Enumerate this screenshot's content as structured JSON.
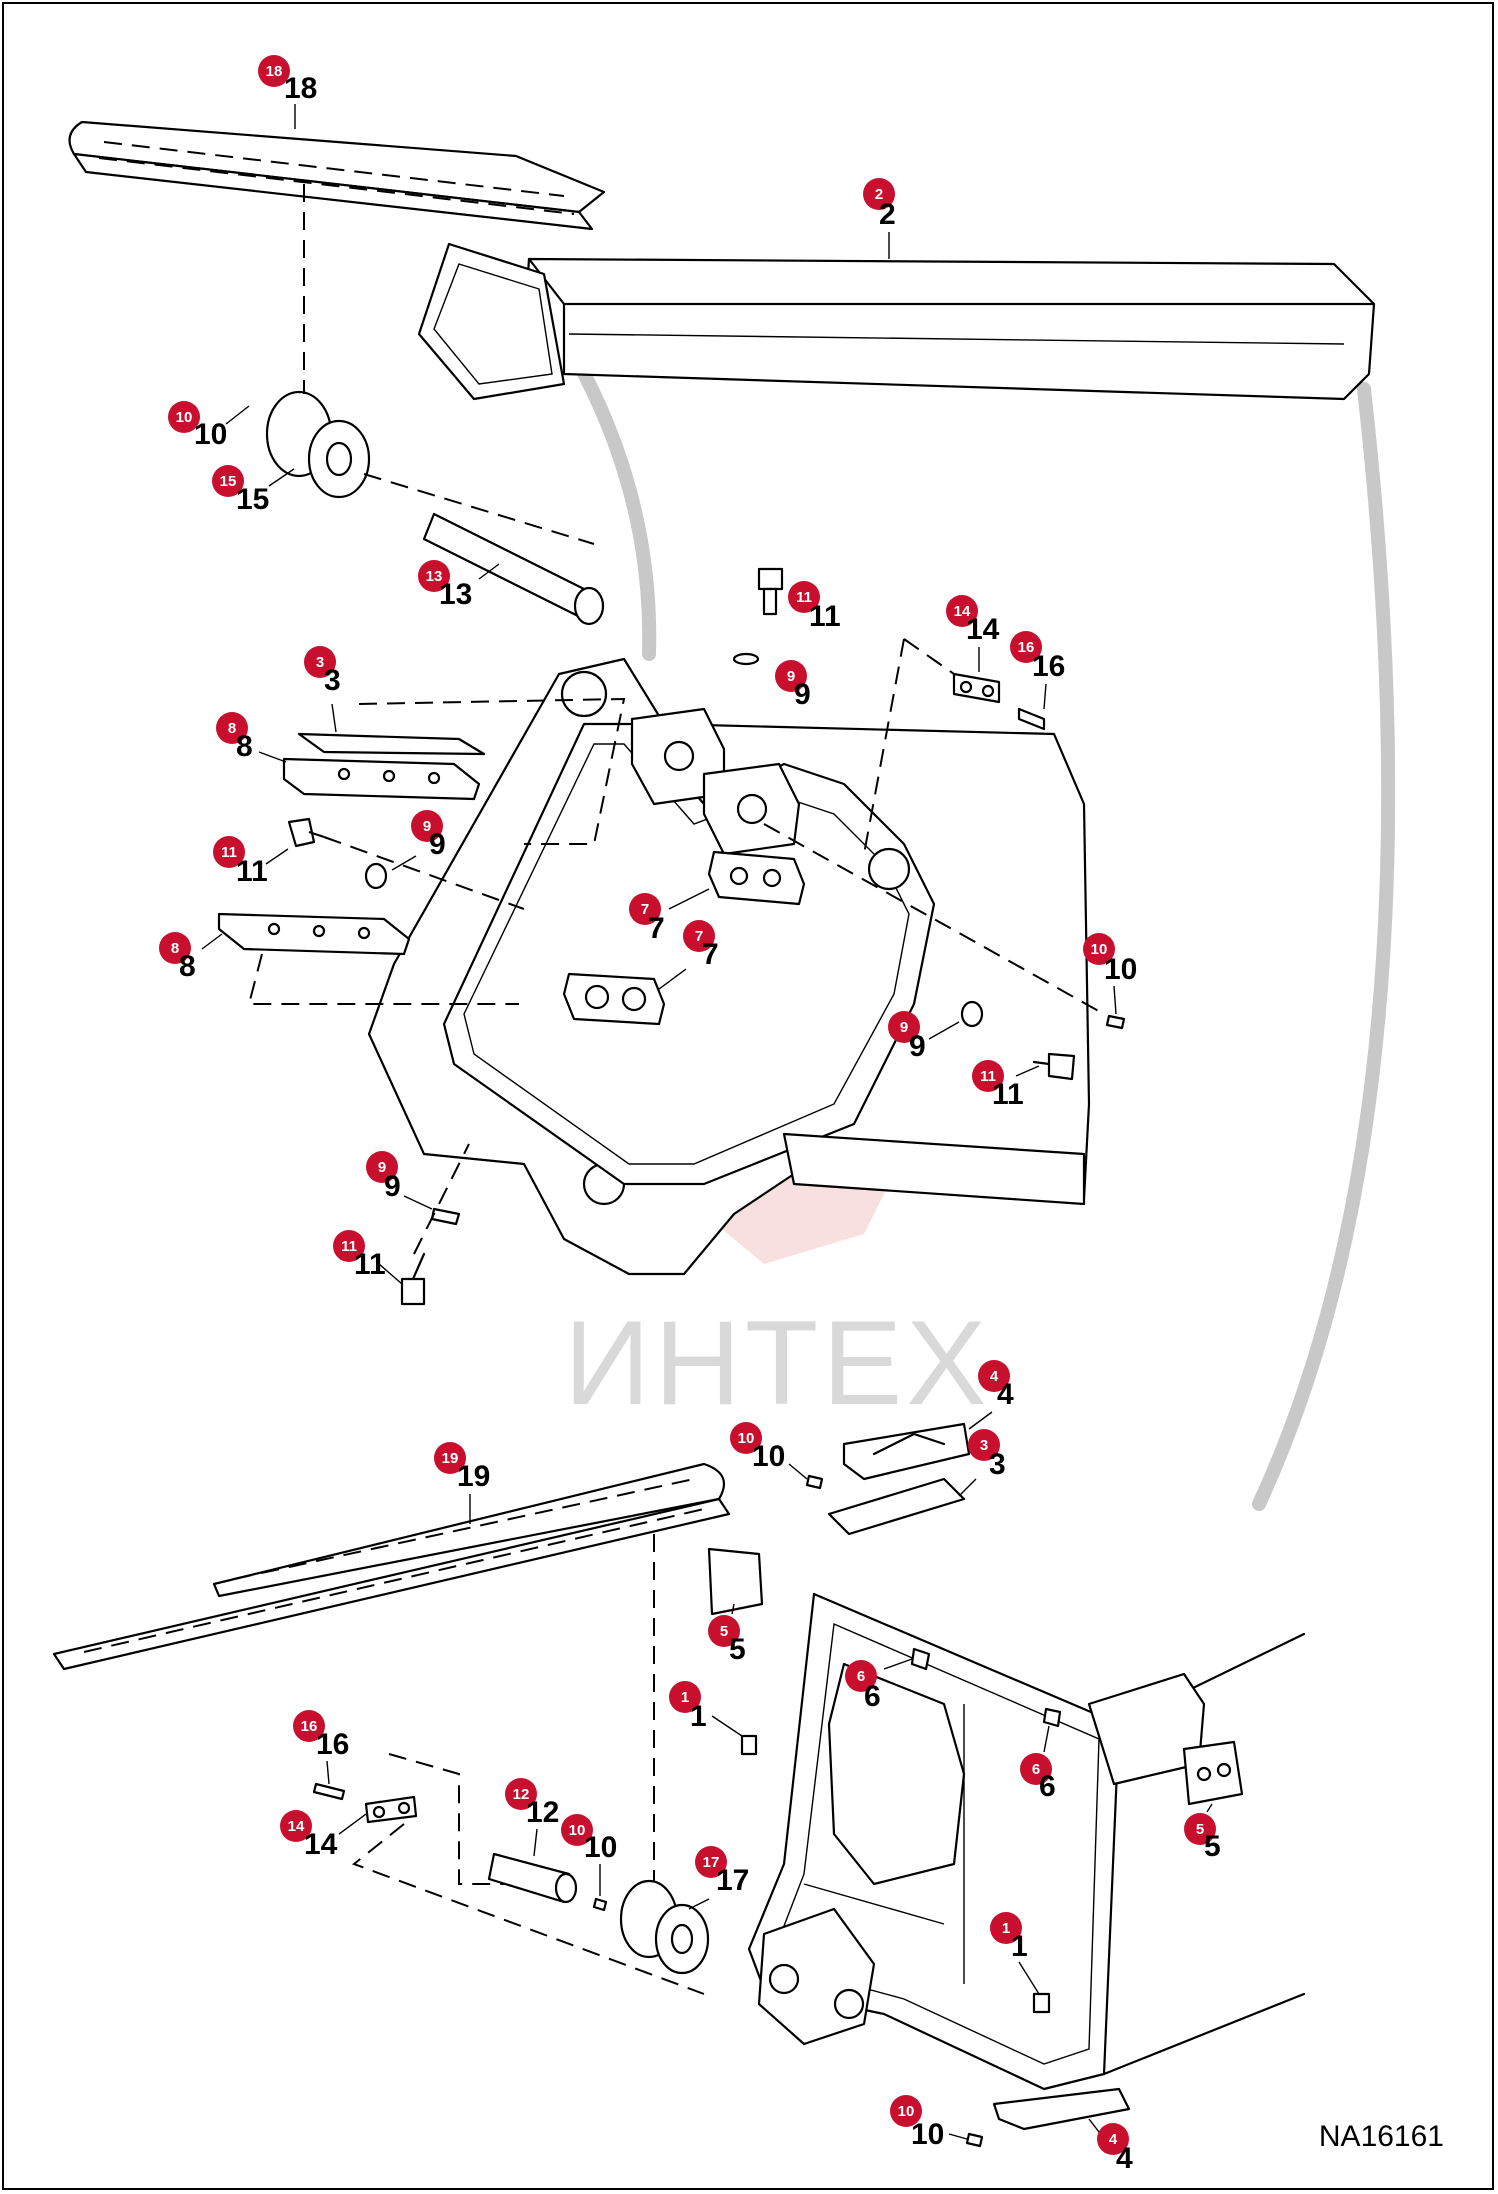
{
  "diagram": {
    "reference_code": "NA16161",
    "watermark": "ИНТЕХ",
    "colors": {
      "callout": "#c8102e",
      "watermark": "#f4c7c7",
      "guide_arc": "#c8c8c8",
      "line": "#000000"
    },
    "callouts": [
      {
        "id": "c18a",
        "num": "18"
      },
      {
        "id": "c2a",
        "num": "2"
      },
      {
        "id": "c10a",
        "num": "10"
      },
      {
        "id": "c15a",
        "num": "15"
      },
      {
        "id": "c13a",
        "num": "13"
      },
      {
        "id": "c11a",
        "num": "11"
      },
      {
        "id": "c14a",
        "num": "14"
      },
      {
        "id": "c16a",
        "num": "16"
      },
      {
        "id": "c9a",
        "num": "9"
      },
      {
        "id": "c3a",
        "num": "3"
      },
      {
        "id": "c8a",
        "num": "8"
      },
      {
        "id": "c9b",
        "num": "9"
      },
      {
        "id": "c11b",
        "num": "11"
      },
      {
        "id": "c8b",
        "num": "8"
      },
      {
        "id": "c7a",
        "num": "7"
      },
      {
        "id": "c7b",
        "num": "7"
      },
      {
        "id": "c10b",
        "num": "10"
      },
      {
        "id": "c9c",
        "num": "9"
      },
      {
        "id": "c11c",
        "num": "11"
      },
      {
        "id": "c9d",
        "num": "9"
      },
      {
        "id": "c11d",
        "num": "11"
      },
      {
        "id": "c4a",
        "num": "4"
      },
      {
        "id": "c10c",
        "num": "10"
      },
      {
        "id": "c3b",
        "num": "3"
      },
      {
        "id": "c19a",
        "num": "19"
      },
      {
        "id": "c5a",
        "num": "5"
      },
      {
        "id": "c6a",
        "num": "6"
      },
      {
        "id": "c1a",
        "num": "1"
      },
      {
        "id": "c6b",
        "num": "6"
      },
      {
        "id": "c16b",
        "num": "16"
      },
      {
        "id": "c12a",
        "num": "12"
      },
      {
        "id": "c10d",
        "num": "10"
      },
      {
        "id": "c17a",
        "num": "17"
      },
      {
        "id": "c14b",
        "num": "14"
      },
      {
        "id": "c5b",
        "num": "5"
      },
      {
        "id": "c1b",
        "num": "1"
      },
      {
        "id": "c10e",
        "num": "10"
      },
      {
        "id": "c4b",
        "num": "4"
      }
    ]
  }
}
